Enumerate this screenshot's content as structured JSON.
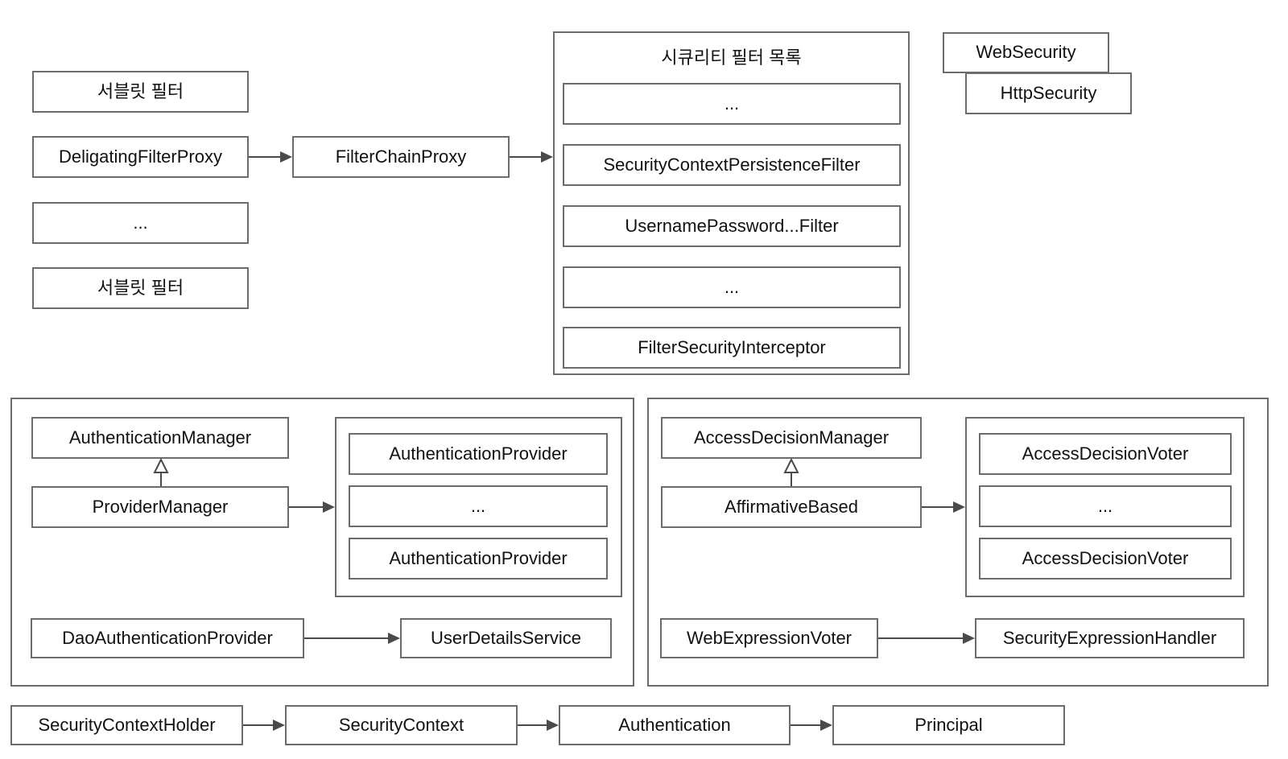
{
  "servlet_chain": {
    "filter_top": "서블릿 필터",
    "delegating_proxy": "DeligatingFilterProxy",
    "ellipsis": "...",
    "filter_bottom": "서블릿 필터"
  },
  "filter_chain_proxy": "FilterChainProxy",
  "security_filter_list": {
    "title": "시큐리티 필터 목록",
    "items": [
      "...",
      "SecurityContextPersistenceFilter",
      "UsernamePassword...Filter",
      "...",
      "FilterSecurityInterceptor"
    ]
  },
  "config": {
    "web_security": "WebSecurity",
    "http_security": "HttpSecurity"
  },
  "authentication": {
    "manager": "AuthenticationManager",
    "provider_manager": "ProviderManager",
    "providers": [
      "AuthenticationProvider",
      "...",
      "AuthenticationProvider"
    ],
    "dao_provider": "DaoAuthenticationProvider",
    "user_details_service": "UserDetailsService"
  },
  "authorization": {
    "manager": "AccessDecisionManager",
    "affirmative_based": "AffirmativeBased",
    "voters": [
      "AccessDecisionVoter",
      "...",
      "AccessDecisionVoter"
    ],
    "web_expression_voter": "WebExpressionVoter",
    "expression_handler": "SecurityExpressionHandler"
  },
  "context_chain": [
    "SecurityContextHolder",
    "SecurityContext",
    "Authentication",
    "Principal"
  ],
  "colors": {
    "border": "#6b6b6b",
    "arrow": "#4a4a4a",
    "text": "#111111",
    "background": "#ffffff"
  }
}
